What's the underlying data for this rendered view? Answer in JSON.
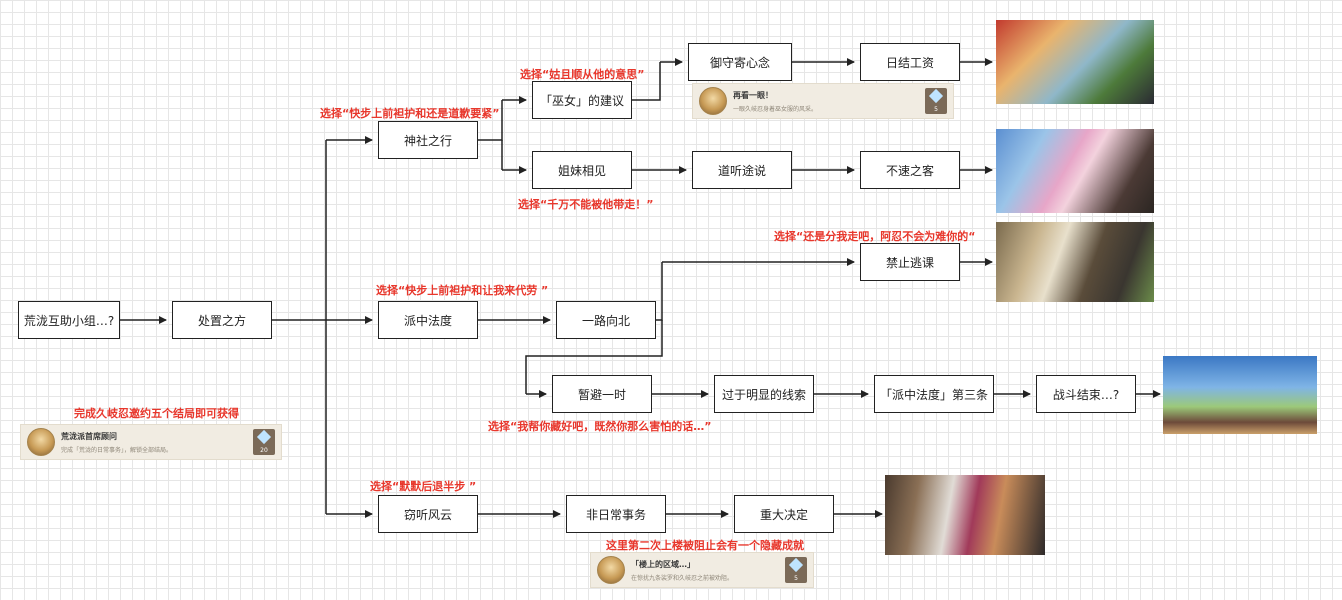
{
  "nodes": {
    "start": "荒泷互助小组…?",
    "handle": "处置之方",
    "shrine": "神社之行",
    "miko_advice": "「巫女」的建议",
    "oath": "御守寄心念",
    "daily_pay": "日结工资",
    "sisters": "姐妹相见",
    "rumor": "道听途说",
    "uninvited": "不速之客",
    "gang_law": "派中法度",
    "north": "一路向北",
    "no_skip": "禁止逃课",
    "hide": "暂避一时",
    "clue": "过于明显的线索",
    "rule3": "「派中法度」第三条",
    "battle_end": "战斗结束…?",
    "overhear": "窃听风云",
    "unusual": "非日常事务",
    "decision": "重大决定"
  },
  "labels": {
    "choose_follow": "选择“姑且顺从他的意思”",
    "choose_shrine": "选择“快步上前袒护和还是道歉要紧”",
    "choose_no_take": "选择“千万不能被他带走！”",
    "choose_separate": "选择“还是分我走吧，阿忍不会为难你的“",
    "choose_take_blame": "选择“快步上前袒护和让我来代劳 ”",
    "choose_hide": "选择“我帮你藏好吧，既然你那么害怕的话…”",
    "choose_retreat": "选择“默默后退半步 ”",
    "note_complete": "完成久岐忍邀约五个结局即可获得",
    "note_hidden": "这里第二次上楼被阻止会有一个隐藏成就"
  },
  "achievements": {
    "again": {
      "title": "再看一眼！",
      "desc": "一眼久岐忍身着巫女服的风采。",
      "gem_count": "5"
    },
    "advisor": {
      "title": "荒泷派首席顾问",
      "desc": "完成「荒泷的日常事务」，解锁全部结局。",
      "gem_count": "20"
    },
    "upstairs": {
      "title": "「楼上的区域…」",
      "desc": "在惊扰九条裟罗和久岐忍之前被劝阻。",
      "gem_count": "5"
    }
  },
  "colors": {
    "label_red": "#e8372c",
    "node_border": "#222222",
    "arrow": "#222222",
    "achievement_bg": "#f1ece2"
  },
  "icons": {
    "medal": "achievement-medal-icon",
    "gem": "primogem-icon"
  }
}
